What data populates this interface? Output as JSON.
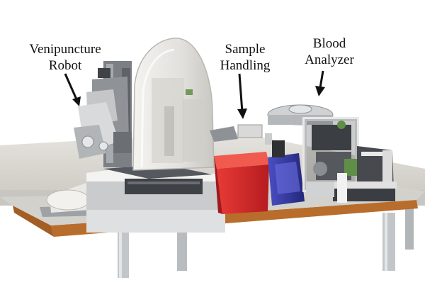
{
  "labels": {
    "robot": [
      "Venipuncture",
      "Robot"
    ],
    "sample": [
      "Sample",
      "Handling"
    ],
    "blood": [
      "Blood",
      "Analyzer"
    ]
  },
  "colors": {
    "table_top": "#d7d5cf",
    "table_edge": "#b86d2c",
    "leg": "#bfc3c6",
    "red_bin": "#d8242a",
    "blue_box": "#3438a8",
    "dome": "#eceae6",
    "dark": "#5a5e63"
  }
}
